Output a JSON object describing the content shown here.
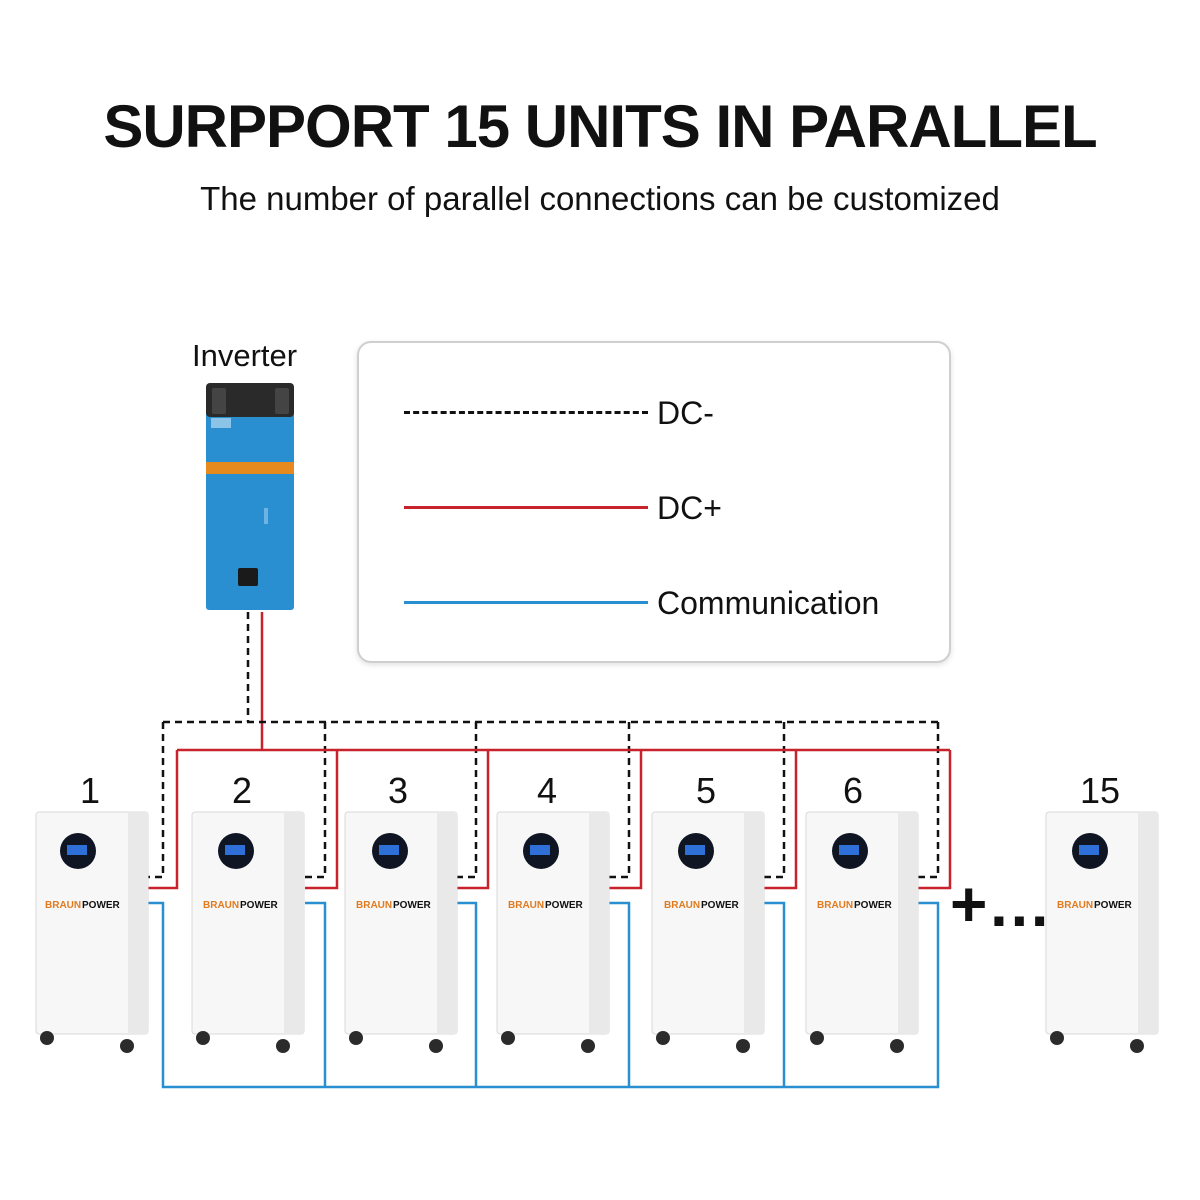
{
  "header": {
    "title": "SURPPORT 15 UNITS IN PARALLEL",
    "subtitle": "The number of parallel connections can be customized"
  },
  "inverter": {
    "label": "Inverter"
  },
  "legend": {
    "items": [
      {
        "label": "DC-",
        "style": "dashed",
        "color": "#111111"
      },
      {
        "label": "DC+",
        "style": "solid",
        "color": "#c8232c"
      },
      {
        "label": "Communication",
        "style": "solid",
        "color": "#2a8fd0"
      }
    ]
  },
  "batteries": {
    "brand_first": "BRAUN",
    "brand_second": " POWER",
    "brand_color": "#e07b1f",
    "units": [
      "1",
      "2",
      "3",
      "4",
      "5",
      "6",
      "15"
    ]
  },
  "continuation": {
    "symbol": "+…"
  },
  "colors": {
    "dc_negative": "#111111",
    "dc_positive": "#c8232c",
    "communication": "#2a8fd0",
    "inverter_body": "#2a8fd0"
  }
}
